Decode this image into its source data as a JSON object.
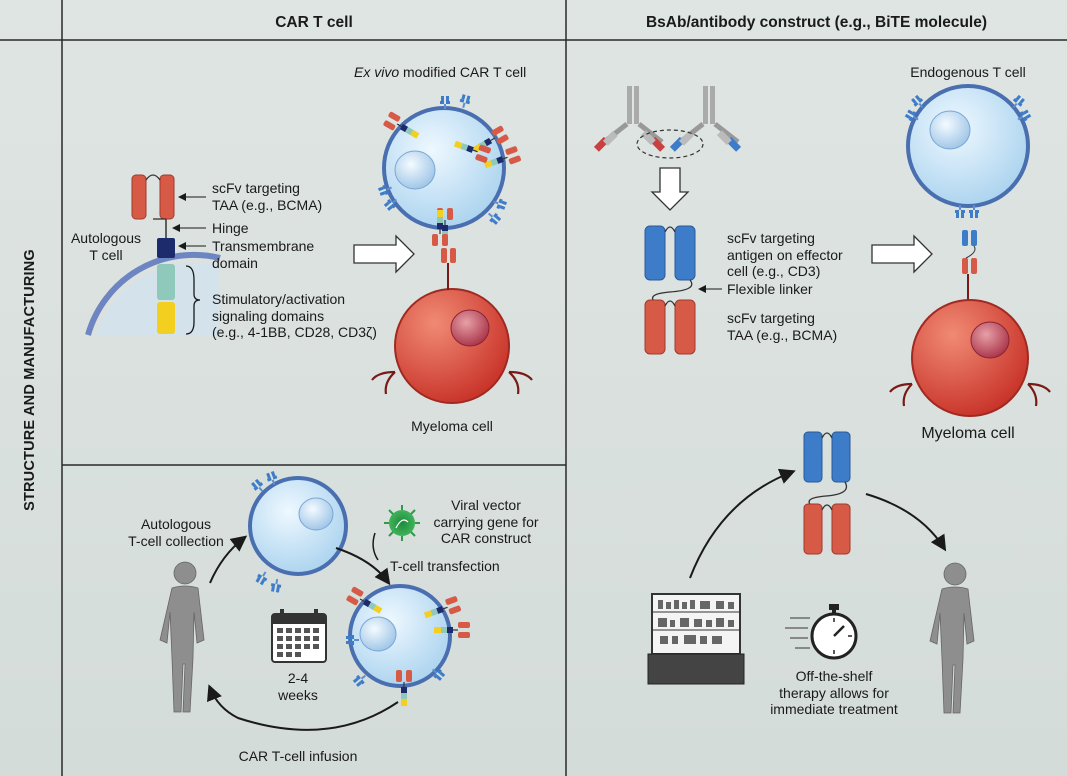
{
  "headers": {
    "car_t": "CAR T cell",
    "bsab": "BsAb/antibody construct  (e.g., BiTE molecule)",
    "side": "STRUCTURE AND MANUFACTURING"
  },
  "car_panel": {
    "ex_vivo_italic": "Ex vivo",
    "ex_vivo_rest": " modified CAR T cell",
    "autologous_t_cell": "Autologous\nT cell",
    "scfv": "scFv targeting\nTAA (e.g., BCMA)",
    "hinge": "Hinge",
    "transmembrane": "Transmembrane\ndomain",
    "signaling": "Stimulatory/activation\nsignaling domains\n(e.g., 4-1BB, CD28, CD3ζ)",
    "myeloma": "Myeloma cell",
    "collection": "Autologous\nT-cell collection",
    "viral_vector": "Viral vector\ncarrying gene for\nCAR construct",
    "transfection": "T-cell transfection",
    "weeks": "2-4\nweeks",
    "infusion": "CAR T-cell infusion"
  },
  "bsab_panel": {
    "endogenous": "Endogenous T cell",
    "scfv_effector": "scFv targeting\nantigen on effector\ncell (e.g., CD3)",
    "linker": "Flexible linker",
    "scfv_taa": "scFv targeting\nTAA (e.g., BCMA)",
    "myeloma": "Myeloma cell",
    "off_shelf": "Off-the-shelf\ntherapy allows for\nimmediate treatment"
  },
  "colors": {
    "grid_line": "#2a2a2a",
    "cell_fill": "#cfe6f5",
    "cell_border": "#4a6fb0",
    "myeloma": "#d9433a",
    "scfv_red": "#d65a45",
    "scfv_blue": "#3d7cc9",
    "yellow": "#f3cf1f",
    "teal": "#8ec9bb",
    "navy": "#1d2a6b"
  }
}
